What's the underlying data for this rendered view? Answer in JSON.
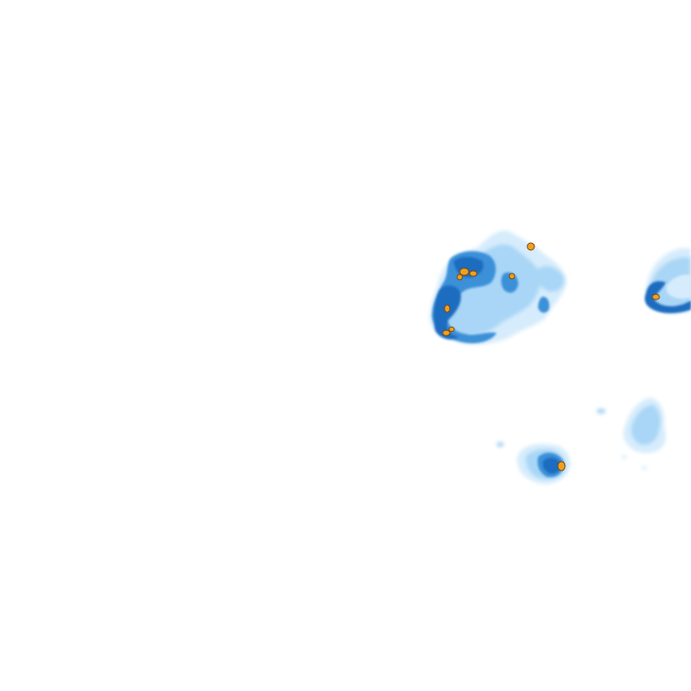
{
  "layer": {
    "kind": "precipitation-radar-overlay",
    "background": "#ffffff"
  },
  "intensity_palette": {
    "very_light": "#d6ecfc",
    "light": "#a9d6f6",
    "moderate_light": "#6cb8ec",
    "moderate": "#3a90d8",
    "heavy": "#1a6cc0",
    "very_heavy": "#f0a020",
    "outline": "#7a4a10"
  },
  "cells": [
    {
      "name": "cell-north-cluster",
      "intensity_levels": [
        "very_light",
        "light",
        "moderate",
        "heavy",
        "very_heavy"
      ]
    },
    {
      "name": "cell-east-edge",
      "intensity_levels": [
        "very_light",
        "light",
        "moderate",
        "heavy",
        "very_heavy"
      ]
    },
    {
      "name": "cell-east-scatter",
      "intensity_levels": [
        "very_light",
        "light",
        "moderate_light"
      ]
    },
    {
      "name": "cell-south",
      "intensity_levels": [
        "very_light",
        "light",
        "moderate",
        "heavy",
        "very_heavy"
      ]
    }
  ]
}
